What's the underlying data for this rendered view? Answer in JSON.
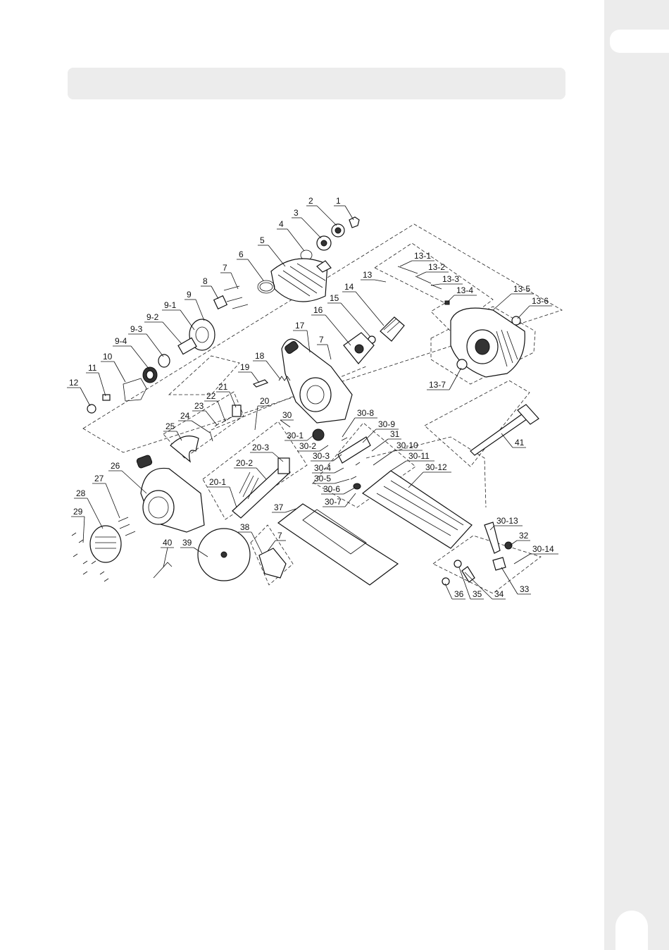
{
  "parts": [
    "1",
    "2",
    "3",
    "4",
    "5",
    "6",
    "7",
    "8",
    "9",
    "9-1",
    "9-2",
    "9-3",
    "9-4",
    "10",
    "11",
    "12",
    "13",
    "13-1",
    "13-2",
    "13-3",
    "13-4",
    "13-5",
    "13-6",
    "13-7",
    "14",
    "15",
    "16",
    "17",
    "7",
    "18",
    "19",
    "20",
    "20-1",
    "20-2",
    "20-3",
    "21",
    "22",
    "23",
    "24",
    "25",
    "26",
    "27",
    "28",
    "29",
    "30",
    "30-1",
    "30-2",
    "30-3",
    "30-4",
    "30-5",
    "30-6",
    "30-7",
    "30-8",
    "30-9",
    "30-10",
    "30-11",
    "30-12",
    "30-13",
    "30-14",
    "31",
    "32",
    "33",
    "34",
    "35",
    "36",
    "37",
    "38",
    "7",
    "39",
    "40",
    "41"
  ]
}
